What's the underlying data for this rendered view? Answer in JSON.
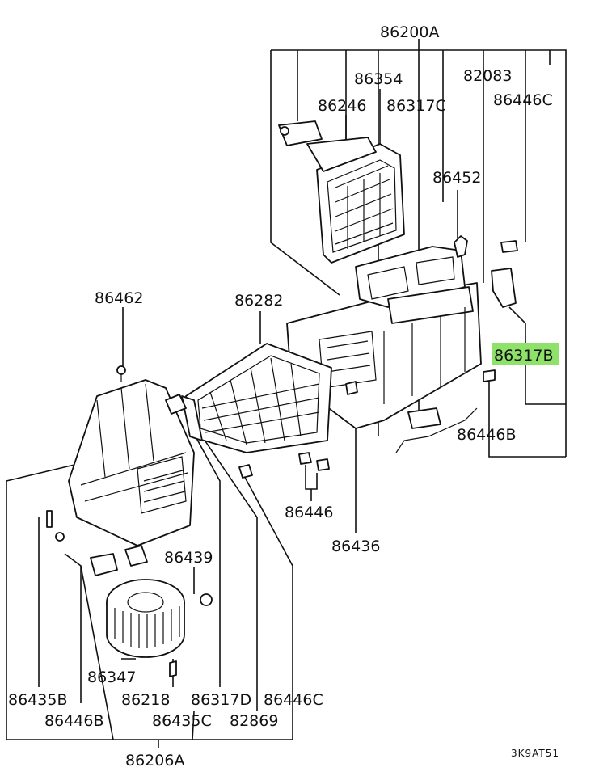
{
  "labels": {
    "assembly_top": "86200A",
    "p86354": "86354",
    "p82083": "82083",
    "p86246": "86246",
    "p86317c": "86317C",
    "p86446c_top": "86446C",
    "p86452": "86452",
    "p86462": "86462",
    "p86282": "86282",
    "p86317b": "86317B",
    "p86446b_right": "86446B",
    "p86446": "86446",
    "p86436": "86436",
    "p86439": "86439",
    "p86347": "86347",
    "p86435b": "86435B",
    "p86218": "86218",
    "p86317d": "86317D",
    "p86446c_bottom": "86446C",
    "p86446b_bottom": "86446B",
    "p86435c": "86435C",
    "p82869": "82869",
    "assembly_bottom": "86206A",
    "drawing_code": "3K9AT51"
  },
  "colors": {
    "highlight": "#8ee26a",
    "line": "#111111"
  }
}
